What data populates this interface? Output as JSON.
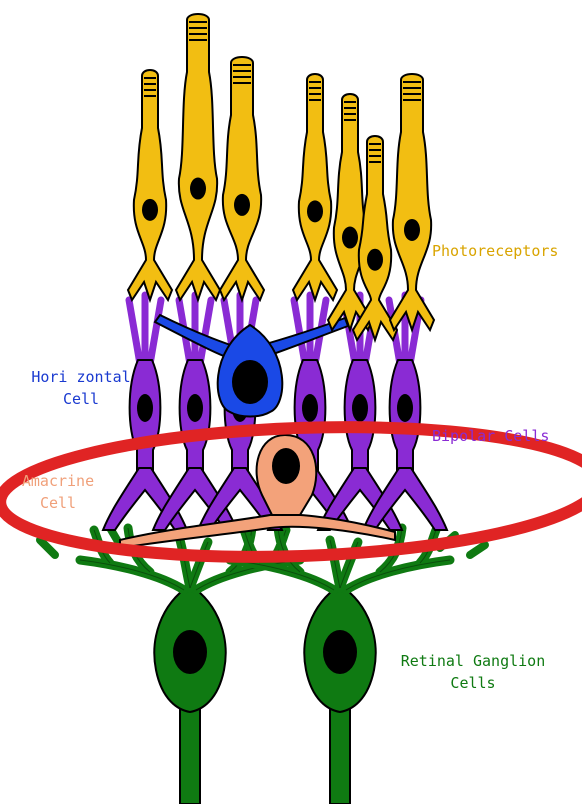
{
  "colors": {
    "photoreceptor": "#f2be12",
    "horizontal": "#1a49e6",
    "bipolar": "#8a2bd4",
    "amacrine": "#f3a27a",
    "ganglion": "#0f7a12",
    "nucleus": "#000000",
    "highlight": "#e02424"
  },
  "labels": {
    "photoreceptors": "Photoreceptors",
    "horizontal_line1": "Hori zontal",
    "horizontal_line2": "Cell",
    "bipolar": "Bipolar Cells",
    "amacrine_line1": "Amacrine",
    "amacrine_line2": "Cell",
    "ganglion_line1": "Retinal Ganglion",
    "ganglion_line2": "Cells"
  }
}
